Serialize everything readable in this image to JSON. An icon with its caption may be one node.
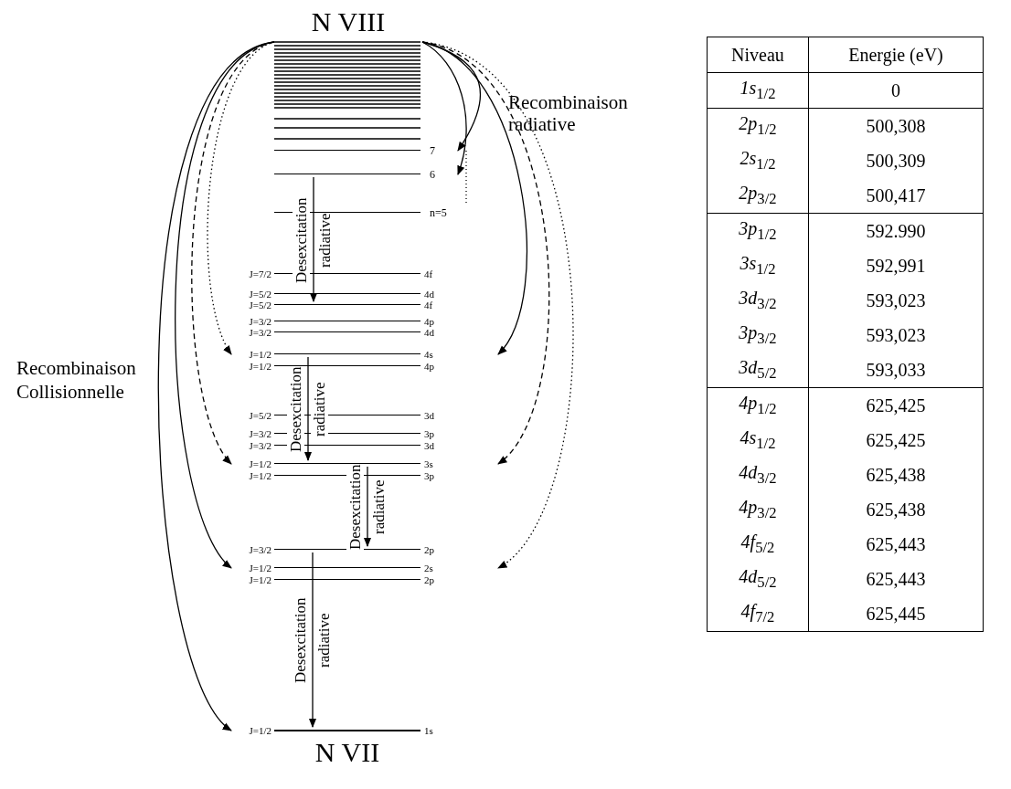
{
  "diagram": {
    "nodes": [
      {
        "text": [
          "N VIII"
        ]
      },
      {
        "text": [],
        "shape": "line",
        "beside": [
          "7"
        ]
      },
      {
        "text": [],
        "shape": "line",
        "beside": [
          "6"
        ]
      },
      {
        "text": [],
        "shape": "line",
        "beside": [
          "n=5"
        ]
      },
      {
        "text": [],
        "shape": "line",
        "beside": [
          "J=7/2",
          "4f"
        ]
      },
      {
        "text": [],
        "shape": "line",
        "beside": [
          "J=5/2",
          "4d"
        ]
      },
      {
        "text": [],
        "shape": "line",
        "beside": [
          "J=5/2",
          "4f"
        ]
      },
      {
        "text": [],
        "shape": "line",
        "beside": [
          "J=3/2",
          "4p"
        ]
      },
      {
        "text": [],
        "shape": "line",
        "beside": [
          "J=3/2",
          "4d"
        ]
      },
      {
        "text": [],
        "shape": "line",
        "beside": [
          "J=1/2",
          "4s"
        ]
      },
      {
        "text": [],
        "shape": "line",
        "beside": [
          "J=1/2",
          "4p"
        ]
      },
      {
        "text": [],
        "shape": "line",
        "beside": [
          "J=5/2",
          "3d"
        ]
      },
      {
        "text": [],
        "shape": "line",
        "beside": [
          "J=3/2",
          "3p"
        ]
      },
      {
        "text": [],
        "shape": "line",
        "beside": [
          "J=3/2",
          "3d"
        ]
      },
      {
        "text": [],
        "shape": "line",
        "beside": [
          "J=1/2",
          "3s"
        ]
      },
      {
        "text": [],
        "shape": "line",
        "beside": [
          "J=1/2",
          "3p"
        ]
      },
      {
        "text": [],
        "shape": "line",
        "beside": [
          "J=3/2",
          "2p"
        ]
      },
      {
        "text": [],
        "shape": "line",
        "beside": [
          "J=1/2",
          "2s"
        ]
      },
      {
        "text": [],
        "shape": "line",
        "beside": [
          "J=1/2",
          "2p"
        ]
      },
      {
        "text": [
          "N VII"
        ],
        "beside": [
          "J=1/2",
          "1s"
        ]
      }
    ],
    "edges": [
      {
        "from": 2,
        "to": 6,
        "arrow": "to",
        "label": "Desexcitation radiative"
      },
      {
        "from": 9,
        "to": 14,
        "arrow": "to",
        "label": "Desexcitation radiative"
      },
      {
        "from": 14,
        "to": 16,
        "arrow": "to",
        "label": "Desexcitation radiative"
      },
      {
        "from": 16,
        "to": 19,
        "arrow": "to",
        "label": "Desexcitation radiative"
      },
      {
        "from": 0,
        "to": 19,
        "arrow": "to"
      },
      {
        "from": 0,
        "to": 17,
        "arrow": "to"
      },
      {
        "from": 0,
        "to": 14,
        "arrow": "to",
        "style": "dashed"
      },
      {
        "from": 0,
        "to": 9,
        "arrow": "to",
        "style": "dashed"
      },
      {
        "from": 0,
        "to": 2,
        "arrow": "to"
      },
      {
        "from": 0,
        "to": 1,
        "arrow": "to"
      },
      {
        "from": 0,
        "to": 9,
        "arrow": "to"
      },
      {
        "from": 0,
        "to": 14,
        "arrow": "to",
        "style": "dashed"
      },
      {
        "from": 0,
        "to": 17,
        "arrow": "to",
        "style": "dashed"
      }
    ],
    "labels": [
      "Recombinaison radiative",
      "Recombinaison Collisionnelle",
      "Niveau",
      "Energie (eV)",
      "*1s*$_{1/2}$",
      "0",
      "*2p*$_{1/2}$",
      "500,308",
      "*2s*$_{1/2}$",
      "500,309",
      "*2p*$_{3/2}$",
      "500,417",
      "*3p*$_{1/2}$",
      "592.990",
      "*3s*$_{1/2}$",
      "592,991",
      "*3d*$_{3/2}$",
      "593,023",
      "*3p*$_{3/2}$",
      "593,023",
      "*3d*$_{5/2}$",
      "593,033",
      "*4p*$_{1/2}$",
      "625,425",
      "*4s*$_{1/2}$",
      "625,425",
      "*4d*$_{3/2}$",
      "625,438",
      "*4p*$_{3/2}$",
      "625,438",
      "*4f*$_{5/2}$",
      "625,443",
      "*4d*$_{5/2}$",
      "625,443",
      "*4f*$_{7/2}$",
      "625,445"
    ]
  }
}
